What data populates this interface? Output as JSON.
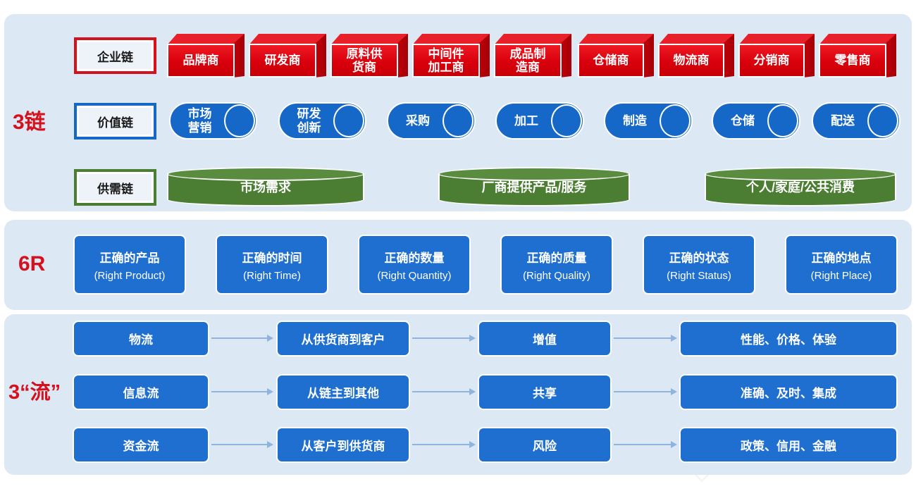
{
  "palette": {
    "panel_bg": "#dce8f4",
    "red": "#d4111c",
    "blue": "#1668c8",
    "green": "#4b7d33",
    "card_blue": "#1f6fd0",
    "arrow": "#8fb4e0",
    "white": "#ffffff"
  },
  "sections": {
    "chains": {
      "group_label": "3链",
      "rows": [
        {
          "name": "enterprise-chain",
          "plaque": "企业链",
          "shape": "3d-box",
          "items": [
            {
              "label": "品牌商"
            },
            {
              "label": "研发商"
            },
            {
              "label": "原料供\n货商"
            },
            {
              "label": "中间件\n加工商"
            },
            {
              "label": "成品制\n造商"
            },
            {
              "label": "仓储商"
            },
            {
              "label": "物流商"
            },
            {
              "label": "分销商"
            },
            {
              "label": "零售商"
            }
          ]
        },
        {
          "name": "value-chain",
          "plaque": "价值链",
          "shape": "horizontal-cylinder",
          "items": [
            {
              "label": "市场\n营销"
            },
            {
              "label": "研发\n创新"
            },
            {
              "label": "采购"
            },
            {
              "label": "加工"
            },
            {
              "label": "制造"
            },
            {
              "label": "仓储"
            },
            {
              "label": "配送"
            }
          ]
        },
        {
          "name": "supply-demand-chain",
          "plaque": "供需链",
          "shape": "vertical-cylinder",
          "items": [
            {
              "label": "市场需求"
            },
            {
              "label": "厂商提供产品/服务"
            },
            {
              "label": "个人/家庭/公共消费"
            }
          ]
        }
      ]
    },
    "sixr": {
      "group_label": "6R",
      "cards": [
        {
          "cn": "正确的产品",
          "en": "(Right Product)"
        },
        {
          "cn": "正确的时间",
          "en": "(Right Time)"
        },
        {
          "cn": "正确的数量",
          "en": "(Right Quantity)"
        },
        {
          "cn": "正确的质量",
          "en": "(Right Quality)"
        },
        {
          "cn": "正确的状态",
          "en": "(Right Status)"
        },
        {
          "cn": "正确的地点",
          "en": "(Right Place)"
        }
      ]
    },
    "flows": {
      "group_label": "3“流”",
      "rows": [
        {
          "name": "logistics-flow",
          "cells": [
            "物流",
            "从供货商到客户",
            "增值",
            "性能、价格、体验"
          ]
        },
        {
          "name": "information-flow",
          "cells": [
            "信息流",
            "从链主到其他",
            "共享",
            "准确、及时、集成"
          ]
        },
        {
          "name": "capital-flow",
          "cells": [
            "资金流",
            "从客户到供货商",
            "风险",
            "政策、信用、金融"
          ]
        }
      ]
    }
  }
}
